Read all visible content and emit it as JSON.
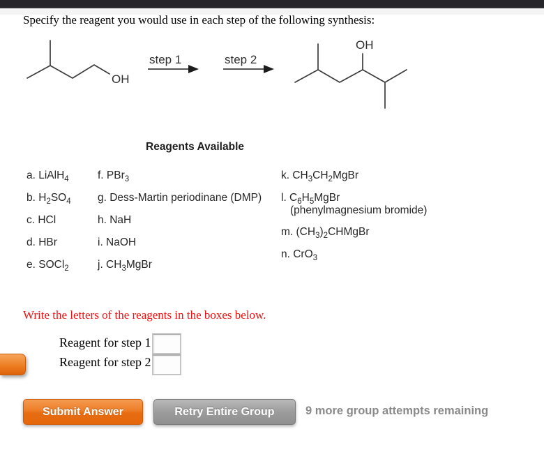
{
  "page": {
    "title": "Specify the reagent you would use in each step of the following synthesis:"
  },
  "scheme": {
    "step1_label": "step 1",
    "step2_label": "step 2",
    "start_hydroxyl_label": "OH",
    "product_hydroxyl_label": "OH"
  },
  "reagents": {
    "heading": "Reagents Available",
    "col1": [
      {
        "letter": "a",
        "formula": "LiAlH_4_"
      },
      {
        "letter": "b",
        "formula": "H_2_SO_4_"
      },
      {
        "letter": "c",
        "formula": "HCl"
      },
      {
        "letter": "d",
        "formula": "HBr"
      },
      {
        "letter": "e",
        "formula": "SOCl_2_"
      }
    ],
    "col2": [
      {
        "letter": "f",
        "formula": "PBr_3_"
      },
      {
        "letter": "g",
        "formula": "Dess-Martin periodinane (DMP)"
      },
      {
        "letter": "h",
        "formula": "NaH"
      },
      {
        "letter": "i",
        "formula": "NaOH"
      },
      {
        "letter": "j",
        "formula": "CH_3_MgBr"
      }
    ],
    "col3": [
      {
        "letter": "k",
        "formula": "CH_3_CH_2_MgBr"
      },
      {
        "letter": "l",
        "formula": "C_6_H_5_MgBr",
        "note": "(phenylmagnesium bromide)"
      },
      {
        "letter": "m",
        "formula": "(CH_3_)_2_CHMgBr"
      },
      {
        "letter": "n",
        "formula": "CrO_3_"
      }
    ]
  },
  "answer": {
    "instruction": "Write the letters of the reagents in the boxes below.",
    "step1_label": "Reagent for step 1",
    "step2_label": "Reagent for step 2",
    "step1_value": "",
    "step2_value": ""
  },
  "footer": {
    "submit_label": "Submit Answer",
    "retry_label": "Retry Entire Group",
    "attempts_text": "9 more group attempts remaining"
  },
  "colors": {
    "top_bar": "#26262a",
    "accent_orange": "#e86c10",
    "button_gray": "#9b9b9b",
    "instruction_red": "#ee1111",
    "attempts_gray": "#8a8a8a"
  }
}
